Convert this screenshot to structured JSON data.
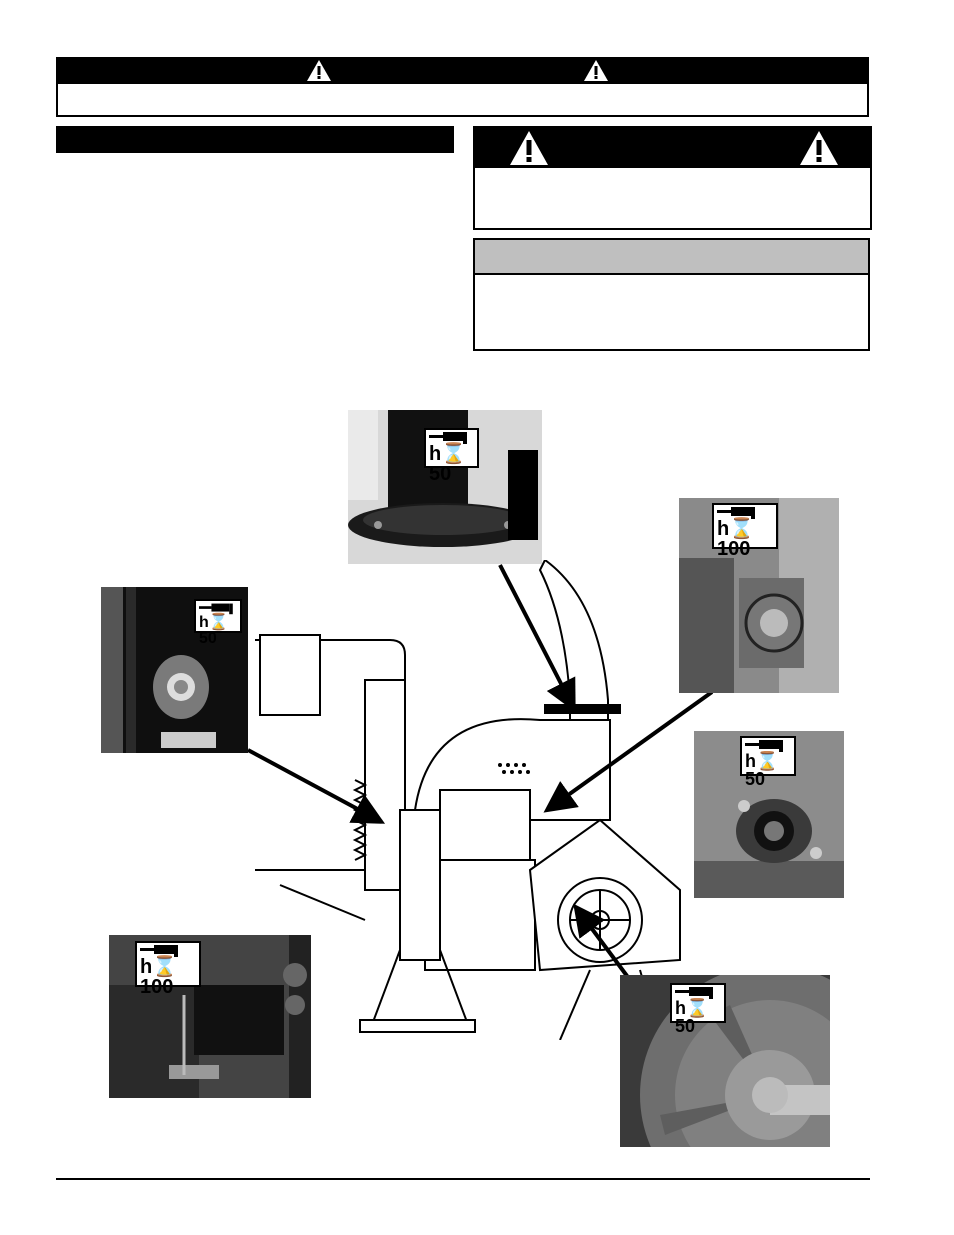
{
  "torque_labels": {
    "top_center": "h⌛50",
    "right_upper": "h⌛100",
    "left_upper": "h⌛50",
    "right_middle": "h⌛50",
    "left_lower": "h⌛100",
    "right_lower": "h⌛50"
  },
  "colors": {
    "black": "#000000",
    "notice_gray": "#bfbfbf"
  },
  "icons": [
    "warning-triangle-icon",
    "torque-wrench-icon"
  ]
}
